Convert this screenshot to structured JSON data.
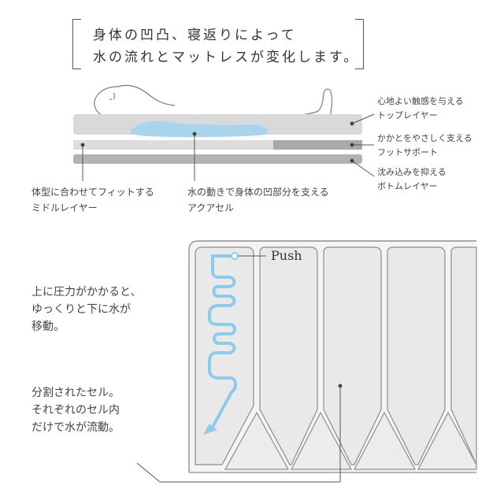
{
  "headline": {
    "line1": "身体の凹凸、寝返りによって",
    "line2": "水の流れとマットレスが変化します。"
  },
  "layer_labels": {
    "top_line1": "心地よい触感を与える",
    "top_line2": "トップレイヤー",
    "foot_line1": "かかとをやさしく支える",
    "foot_line2": "フットサポート",
    "bottom_line1": "沈み込みを抑える",
    "bottom_line2": "ボトムレイヤー",
    "middle_line1": "体型に合わせてフィットする",
    "middle_line2": "ミドルレイヤー",
    "aqua_line1": "水の動きで身体の凹部分を支える",
    "aqua_line2": "アクアセル"
  },
  "cell_diagram": {
    "push_label": "Push",
    "pressure_line1": "上に圧力がかかると、",
    "pressure_line2": "ゆっくりと下に水が",
    "pressure_line3": "移動。",
    "cell_line1": "分割されたセル。",
    "cell_line2": "それぞれのセル内",
    "cell_line3": "だけで水が流動。"
  },
  "colors": {
    "water": "#a8d4ee",
    "water_flow": "#8ccbea",
    "top_layer": "#d9d9d9",
    "middle_layer": "#dddddd",
    "foot_support": "#a9a9a9",
    "bottom_layer": "#b3b3b3",
    "cell_fill": "#e9e9e9",
    "cell_stroke": "#8c8c8c"
  }
}
